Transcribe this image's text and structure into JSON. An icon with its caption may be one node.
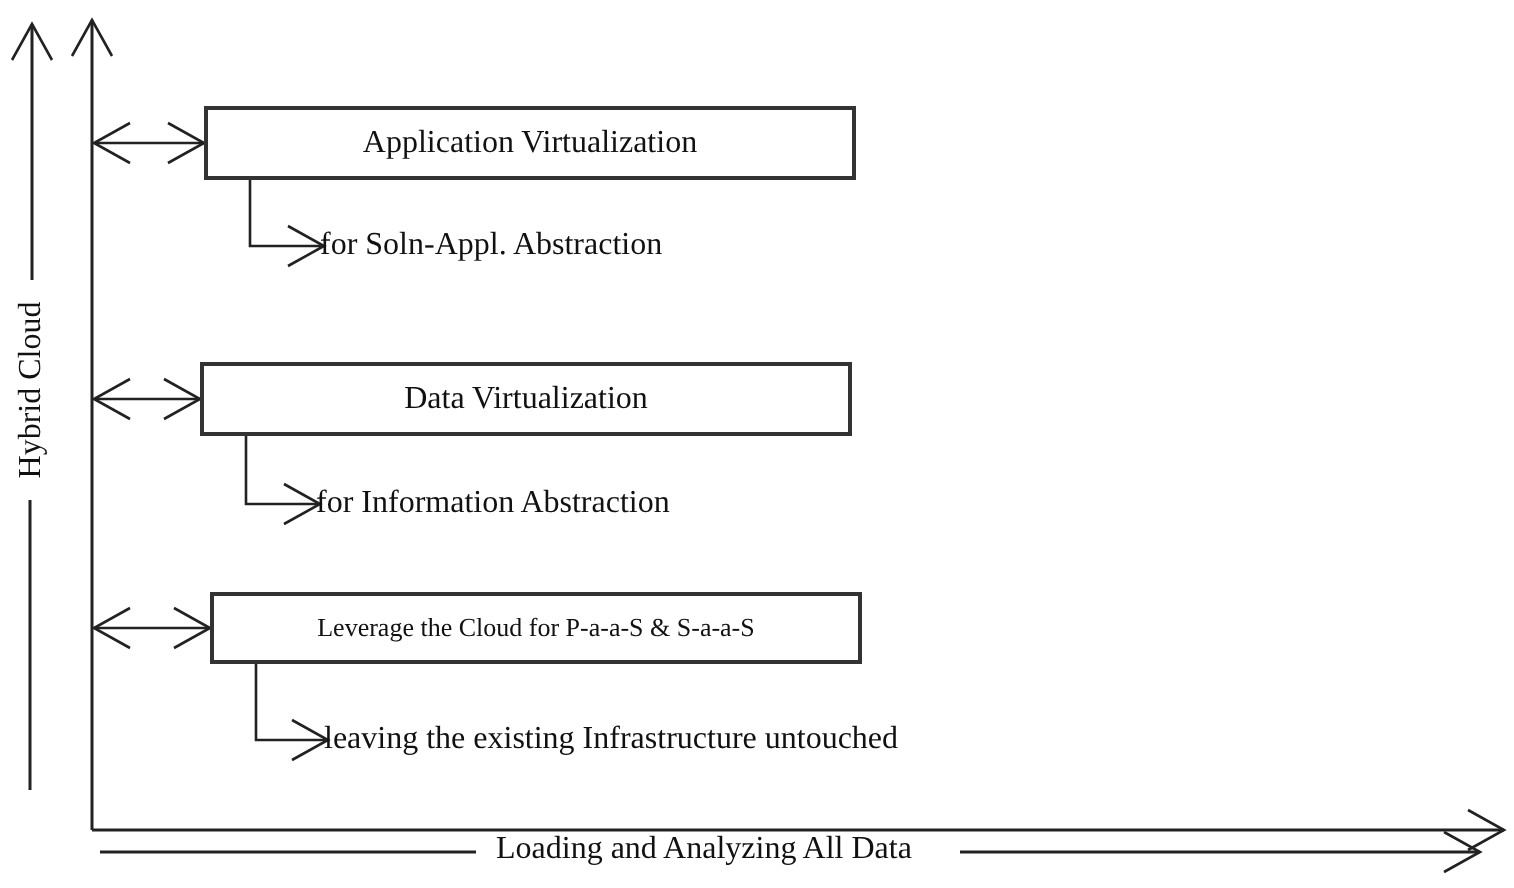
{
  "diagram": {
    "nodes": [
      {
        "text": [
          "Application Virtualization"
        ]
      },
      {
        "text": [
          "for Soln-Appl. Abstraction"
        ]
      },
      {
        "text": [
          "Data Virtualization"
        ]
      },
      {
        "text": [
          "for Information Abstraction"
        ]
      },
      {
        "text": [
          "Leverage the Cloud for P-a-a-S & S-a-a-S"
        ]
      },
      {
        "text": [
          "leaving the existing Infrastructure untouched"
        ]
      }
    ],
    "edges": [
      {
        "from": null,
        "to": 0,
        "arrow": "both"
      },
      {
        "from": 0,
        "to": 1,
        "arrow": "to"
      },
      {
        "from": null,
        "to": 2,
        "arrow": "both"
      },
      {
        "from": 2,
        "to": 3,
        "arrow": "to"
      },
      {
        "from": null,
        "to": 4,
        "arrow": "both"
      },
      {
        "from": 4,
        "to": 5,
        "arrow": "to"
      }
    ],
    "labels": [
      "Hybrid Cloud",
      "Loading and Analyzing All Data"
    ]
  }
}
